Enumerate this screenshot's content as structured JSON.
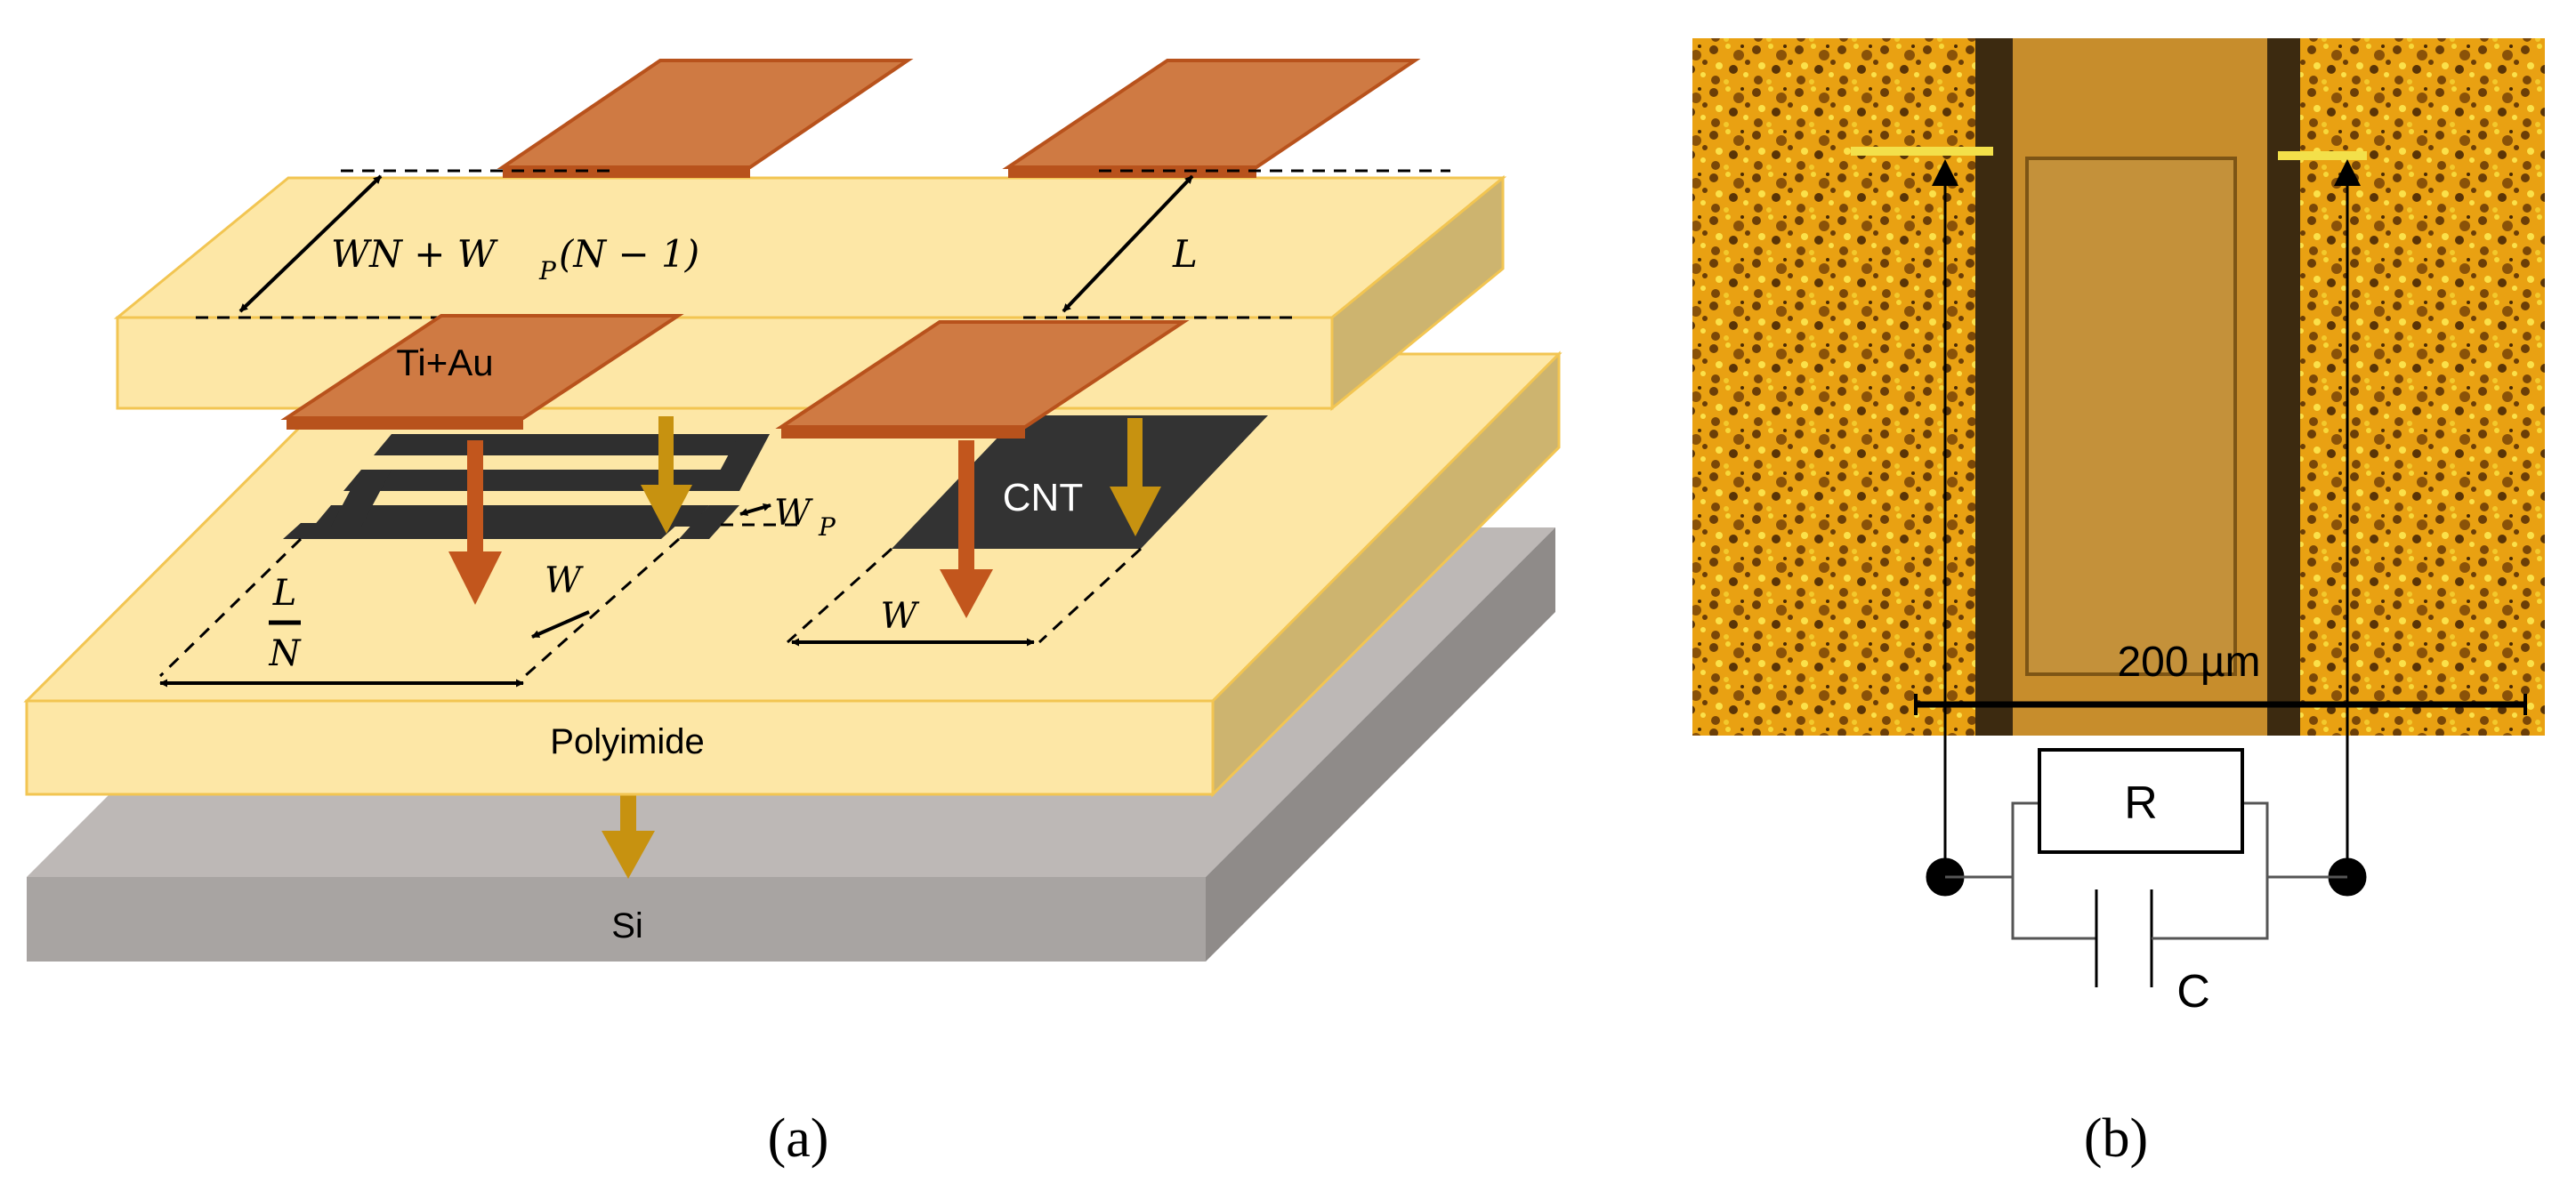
{
  "panel_a": {
    "caption": "(a)",
    "layers": {
      "substrate": "Si",
      "dielectric": "Polyimide",
      "electrodes": "Ti+Au",
      "film": "CNT"
    },
    "dimensions": {
      "upper_left_width": "WN + W",
      "upper_left_width_sub": "P",
      "upper_left_width_tail": "(N − 1)",
      "upper_right_length": "L",
      "meander_length_num": "L",
      "meander_length_den": "N",
      "meander_width": "W",
      "pitch": "W",
      "pitch_sub": "P",
      "cnt_width": "W"
    }
  },
  "panel_b": {
    "caption": "(b)",
    "scale_bar": "200 µm",
    "circuit": {
      "resistor": "R",
      "capacitor": "C"
    }
  },
  "colors": {
    "polyimide": "#fde7a6",
    "polyimide_edge": "#f2c552",
    "electrode": "#cf7a43",
    "electrode_edge": "#b8521c",
    "cnt": "#333333",
    "si_top": "#b9b5b3",
    "si_front": "#a9a5a3",
    "heat_arrow_gold": "#c79210",
    "heat_arrow_copper": "#c2561d"
  }
}
